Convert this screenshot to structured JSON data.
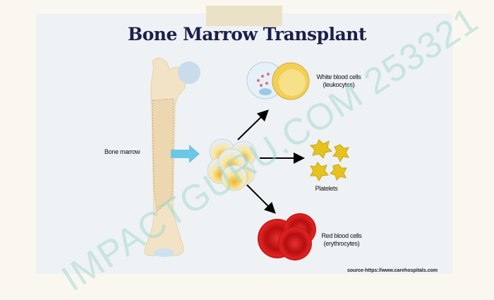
{
  "title": "Bone Marrow Transplant",
  "labels": {
    "bone_marrow": "Bone marrow",
    "wbc_line1": "White blood cells",
    "wbc_line2": "(leukocytes)",
    "platelets": "Platelets",
    "rbc_line1": "Red blood cells",
    "rbc_line2": "(erythrocytes)"
  },
  "source": "source-https://www.carehospitals.com",
  "watermark": "IMPACTGURU.COM 253321",
  "colors": {
    "title": "#1b1f4b",
    "panel": "#eef2f4",
    "rbc": "#d01818",
    "platelet": "#e6c21e",
    "arrow": "#5bbde0"
  }
}
